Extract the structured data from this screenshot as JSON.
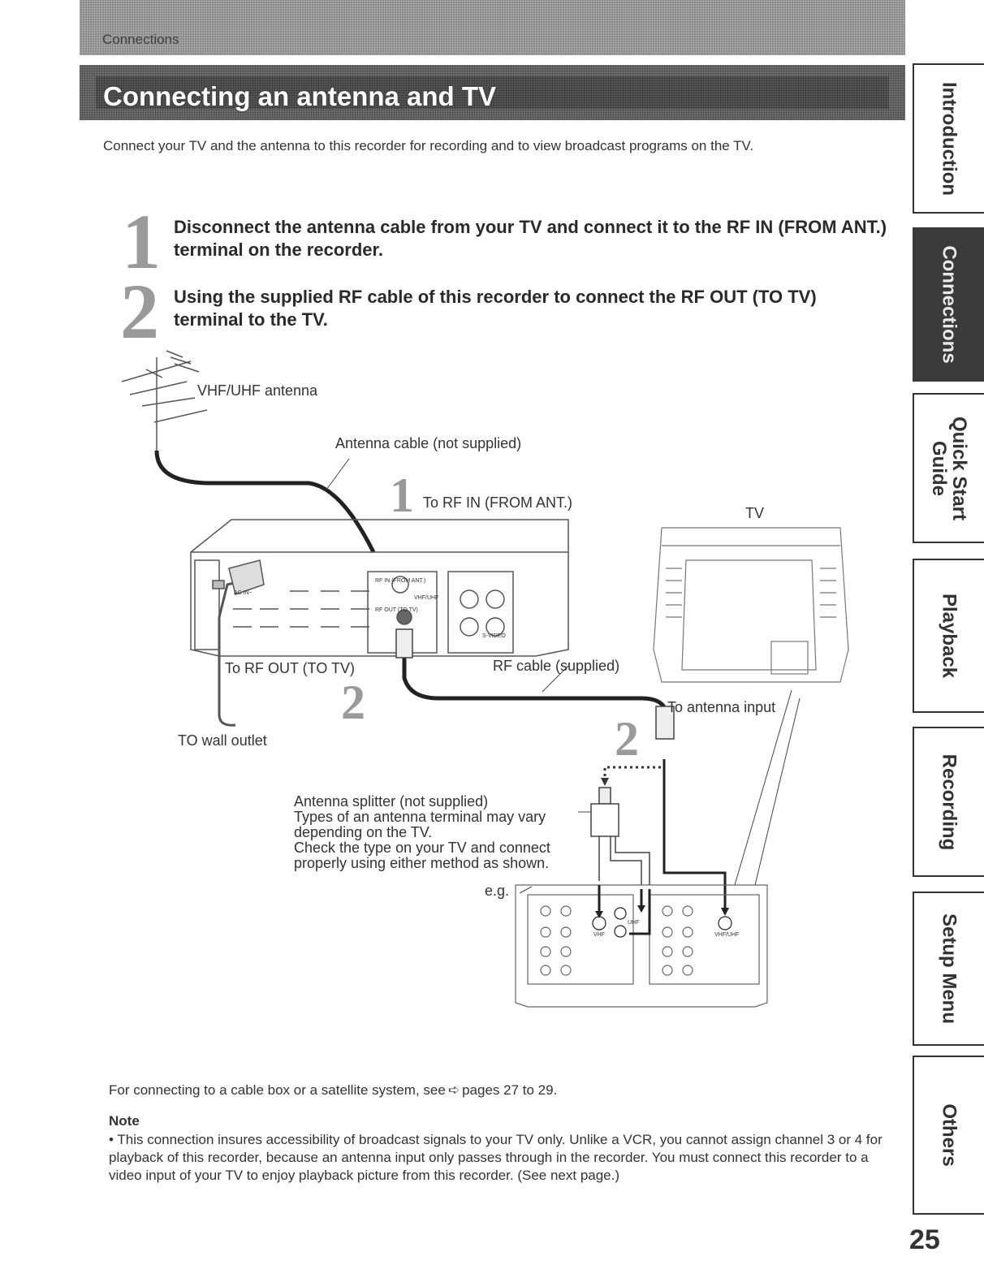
{
  "header": {
    "section": "Connections",
    "title": "Connecting an antenna and TV",
    "intro": "Connect your TV and the antenna to this recorder for recording and to view broadcast programs on the TV."
  },
  "steps": [
    {
      "number": "1",
      "text": "Disconnect the antenna cable from your TV and connect it to the RF IN (FROM ANT.) terminal on the recorder."
    },
    {
      "number": "2",
      "text": "Using the supplied RF cable of this recorder to connect the RF OUT (TO TV) terminal to the TV."
    }
  ],
  "diagram": {
    "antenna": "VHF/UHF antenna",
    "antenna_cable": "Antenna cable (not supplied)",
    "step1_marker": "1",
    "to_rf_in": "To RF IN (FROM ANT.)",
    "tv": "TV",
    "to_rf_out": "To RF OUT (TO TV)",
    "rf_cable": "RF cable (supplied)",
    "step2_marker": "2",
    "to_antenna_input": "To antenna input",
    "wall_outlet": "TO wall outlet",
    "splitter_lines": [
      "Antenna splitter (not supplied)",
      "Types of an antenna terminal may vary",
      "depending on the TV.",
      "Check the type on your TV and connect",
      "properly using either method as shown."
    ],
    "eg": "e.g.",
    "panel_labels": {
      "rf_in_from_ant": "RF IN (FROM ANT.)",
      "rf_out_to_tv": "RF OUT (TO TV)",
      "vhf_uhf": "VHF/UHF",
      "ac_in": "AC IN~",
      "vhf": "VHF",
      "uhf": "UHF",
      "s_video": "S-VIDEO"
    }
  },
  "footer": {
    "cable_box": "For connecting to a cable box or a satellite system, see",
    "cable_box_pages": "pages 27 to 29.",
    "note_heading": "Note",
    "note_body": "• This connection insures accessibility of broadcast signals to your TV only. Unlike a VCR, you cannot assign channel 3 or 4 for playback of this recorder, because an antenna input only passes through in the recorder. You must connect this recorder to a video input of your TV to enjoy playback picture from this recorder. (See next page.)"
  },
  "side_tabs": [
    "Introduction",
    "Connections",
    "Quick Start Guide",
    "Playback",
    "Recording",
    "Setup Menu",
    "Others"
  ],
  "page_number": "25",
  "colors": {
    "halftone": "#8a8a8a",
    "active_tab": "#3a3a3a",
    "text": "#333333"
  }
}
